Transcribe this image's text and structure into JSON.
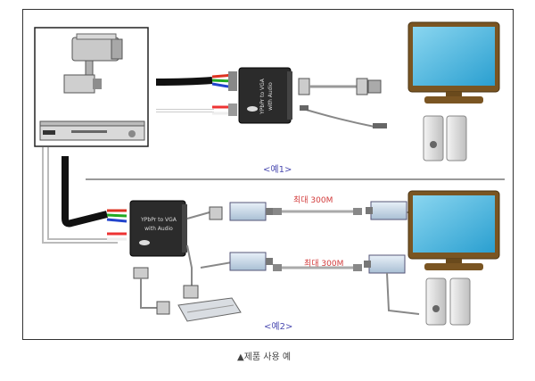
{
  "labels": {
    "example1": "<예1>",
    "example2": "<예2>",
    "distance1": "최대 300M",
    "distance2": "최대 300M",
    "caption": "▲제품 사용 예"
  },
  "converter": {
    "line1": "YPbPr to VGA",
    "line2": "with Audio"
  },
  "colors": {
    "monitor_bezel": "#7a5522",
    "screen": "#3fb0dc",
    "converter_body": "#2b2b2b",
    "cable_black": "#111111",
    "label_blue": "#4a4ab0",
    "label_red": "#d23a3a"
  }
}
